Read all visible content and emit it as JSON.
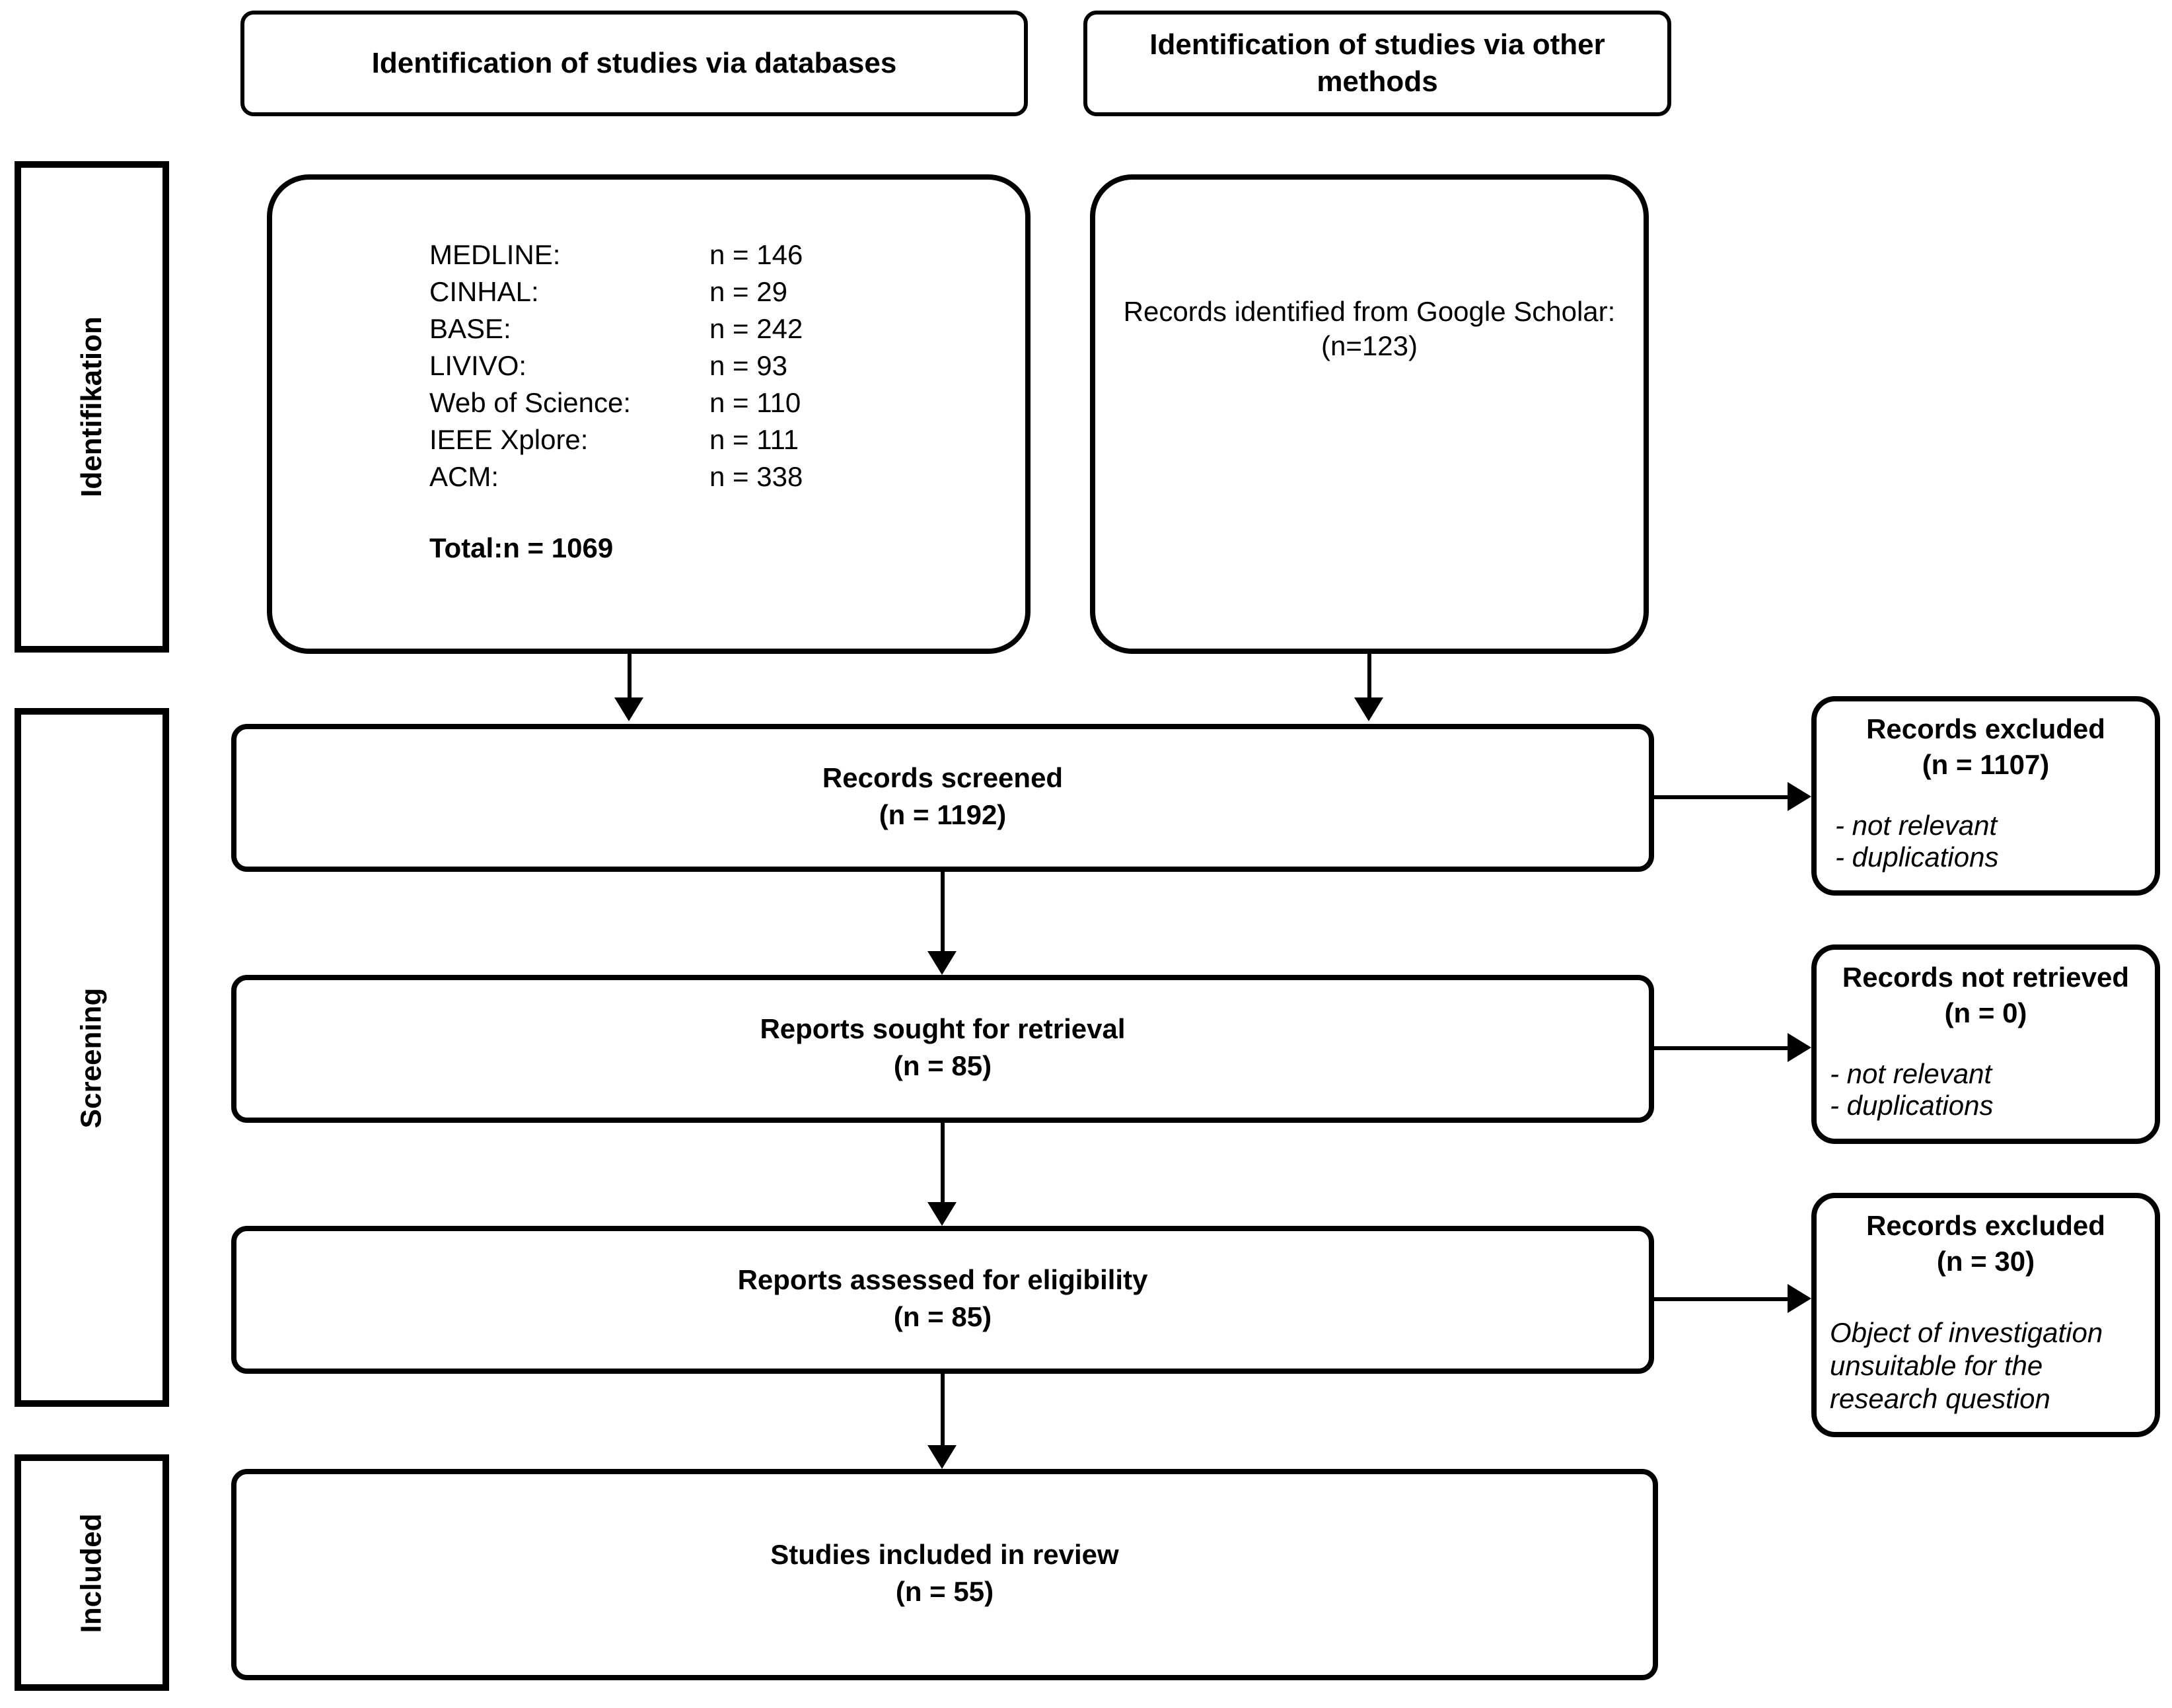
{
  "headers": {
    "databases": "Identification of studies via databases",
    "other_methods": "Identification of studies via other methods"
  },
  "stages": {
    "identification": "Identifikation",
    "screening": "Screening",
    "included": "Included"
  },
  "database_box": {
    "items": [
      {
        "label": "MEDLINE:",
        "value": "n = 146"
      },
      {
        "label": "CINHAL:",
        "value": "n = 29"
      },
      {
        "label": "BASE:",
        "value": "n = 242"
      },
      {
        "label": "LIVIVO:",
        "value": "n = 93"
      },
      {
        "label": "Web of Science:",
        "value": "n = 110"
      },
      {
        "label": "IEEE Xplore:",
        "value": "n = 111"
      },
      {
        "label": "ACM:",
        "value": "n = 338"
      }
    ],
    "total_label": "Total:",
    "total_value": "n = 1069"
  },
  "google_scholar_box": {
    "line1": "Records identified from Google Scholar:",
    "line2": "(n=123)"
  },
  "flow": {
    "screened": {
      "title": "Records screened",
      "count": "(n = 1192)"
    },
    "sought": {
      "title": "Reports sought for retrieval",
      "count": "(n = 85)"
    },
    "assessed": {
      "title": "Reports assessed for eligibility",
      "count": "(n = 85)"
    },
    "included": {
      "title": "Studies included in review",
      "count": "(n = 55)"
    }
  },
  "exclusions": {
    "excluded_screening": {
      "title": "Records excluded",
      "count": "(n = 1107)",
      "reasons": [
        "- not relevant",
        "- duplications"
      ]
    },
    "not_retrieved": {
      "title": "Records not retrieved",
      "count": "(n = 0)",
      "reasons": [
        "- not relevant",
        "- duplications"
      ]
    },
    "excluded_eligibility": {
      "title": "Records excluded",
      "count": "(n = 30)",
      "reasons": [
        "Object of investigation unsuitable for the research question"
      ]
    }
  },
  "colors": {
    "line": "#000000",
    "background": "#ffffff"
  }
}
